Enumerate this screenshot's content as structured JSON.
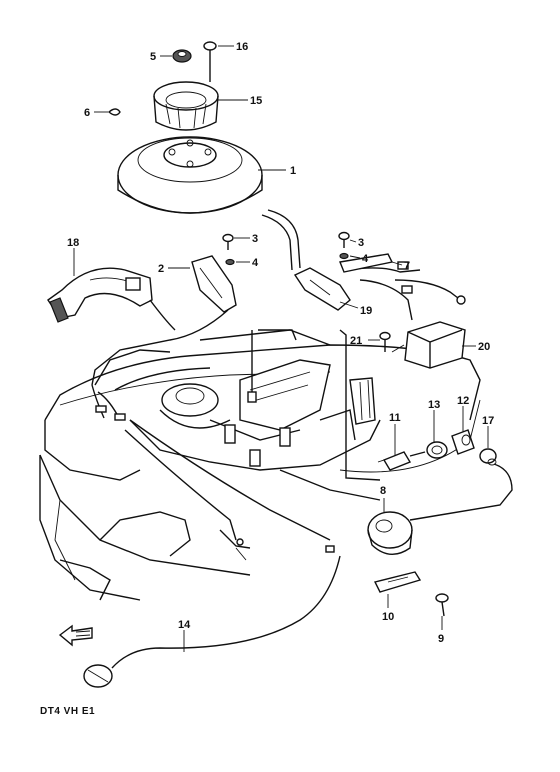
{
  "diagram": {
    "caption": "DT4 VH E1",
    "callouts": [
      {
        "id": "c5",
        "text": "5"
      },
      {
        "id": "c16",
        "text": "16"
      },
      {
        "id": "c6",
        "text": "6"
      },
      {
        "id": "c15",
        "text": "15"
      },
      {
        "id": "c1",
        "text": "1"
      },
      {
        "id": "c3a",
        "text": "3"
      },
      {
        "id": "c4a",
        "text": "4"
      },
      {
        "id": "c18",
        "text": "18"
      },
      {
        "id": "c2",
        "text": "2"
      },
      {
        "id": "c3b",
        "text": "3"
      },
      {
        "id": "c4b",
        "text": "4"
      },
      {
        "id": "c7",
        "text": "7"
      },
      {
        "id": "c19",
        "text": "19"
      },
      {
        "id": "c21",
        "text": "21"
      },
      {
        "id": "c20",
        "text": "20"
      },
      {
        "id": "c11",
        "text": "11"
      },
      {
        "id": "c13",
        "text": "13"
      },
      {
        "id": "c12",
        "text": "12"
      },
      {
        "id": "c17",
        "text": "17"
      },
      {
        "id": "c8",
        "text": "8"
      },
      {
        "id": "c10",
        "text": "10"
      },
      {
        "id": "c9",
        "text": "9"
      },
      {
        "id": "c14",
        "text": "14"
      }
    ]
  }
}
